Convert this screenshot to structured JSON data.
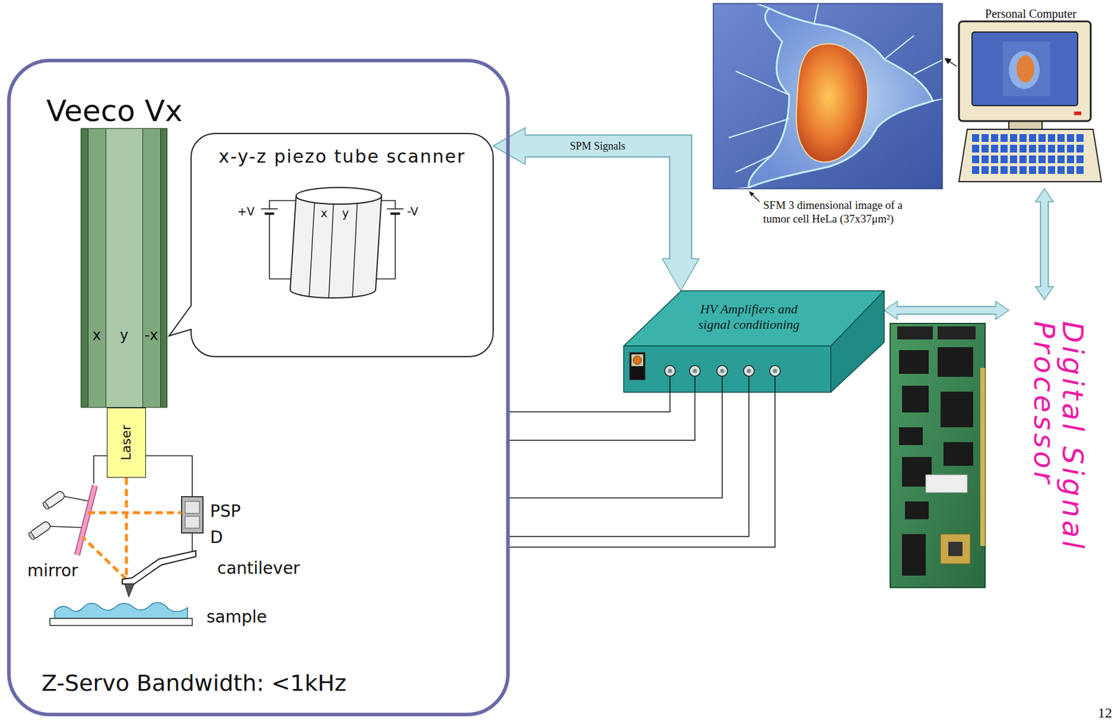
{
  "diagram": {
    "nodes": [
      {
        "text": [
          "Veeco Vx",
          "Z-Servo Bandwidth: <1kHz"
        ]
      },
      {
        "text": [
          "x-y-z piezo tube scanner"
        ],
        "in": 0
      },
      {
        "text": [
          "x",
          "y",
          "-x"
        ],
        "in": 0
      },
      {
        "text": [
          "Laser"
        ],
        "in": 0
      },
      {
        "text": [
          "SFM 3 dimensional image of a tumor cell HeLa (37x37μm²)"
        ]
      },
      {
        "text": [
          "Personal Computer"
        ]
      },
      {
        "text": [
          "HV Amplifiers and signal conditioning"
        ]
      },
      {
        "text": [
          "Digital Signal Processor"
        ]
      }
    ],
    "edges": [
      {
        "from": 1,
        "to": 6,
        "arrow": "both",
        "label": "SPM Signals"
      },
      {
        "from": 0,
        "to": 6,
        "arrow": "none"
      },
      {
        "from": 0,
        "to": 6,
        "arrow": "none"
      },
      {
        "from": 0,
        "to": 6,
        "arrow": "none"
      },
      {
        "from": 0,
        "to": 6,
        "arrow": "none"
      },
      {
        "from": 0,
        "to": 6,
        "arrow": "none"
      },
      {
        "from": 6,
        "to": 7,
        "arrow": "both"
      },
      {
        "from": 5,
        "to": 7,
        "arrow": "both"
      },
      {
        "from": 5,
        "to": 4,
        "arrow": "to"
      }
    ],
    "labels": [
      "mirror",
      "PSP D",
      "cantilever",
      "sample",
      "+V",
      "x",
      "y",
      "-V",
      "12"
    ]
  }
}
